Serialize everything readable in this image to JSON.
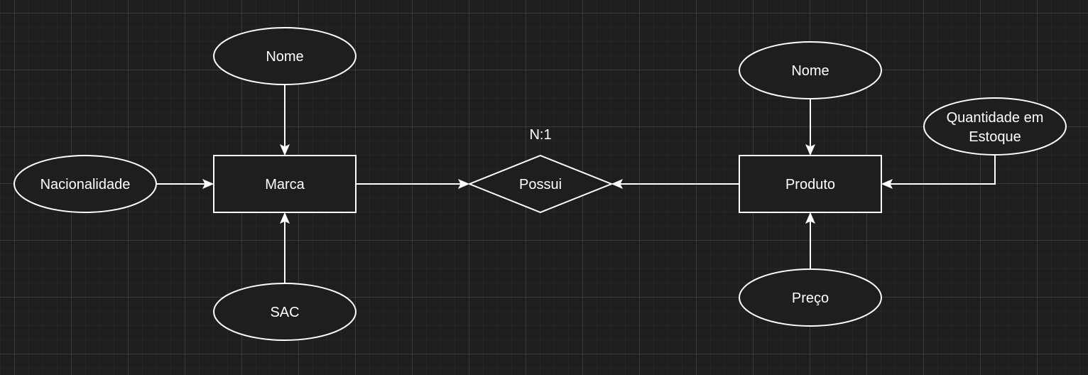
{
  "entities": {
    "marca": "Marca",
    "produto": "Produto"
  },
  "relationship": {
    "label": "Possui",
    "cardinality": "N:1"
  },
  "attributes": {
    "marca_nome": "Nome",
    "marca_nacionalidade": "Nacionalidade",
    "marca_sac": "SAC",
    "produto_nome": "Nome",
    "produto_quantidade_line1": "Quantidade em",
    "produto_quantidade_line2": "Estoque",
    "produto_preco": "Preço"
  },
  "colors": {
    "background": "#1e1e1e",
    "stroke": "#ffffff",
    "text": "#ffffff"
  }
}
